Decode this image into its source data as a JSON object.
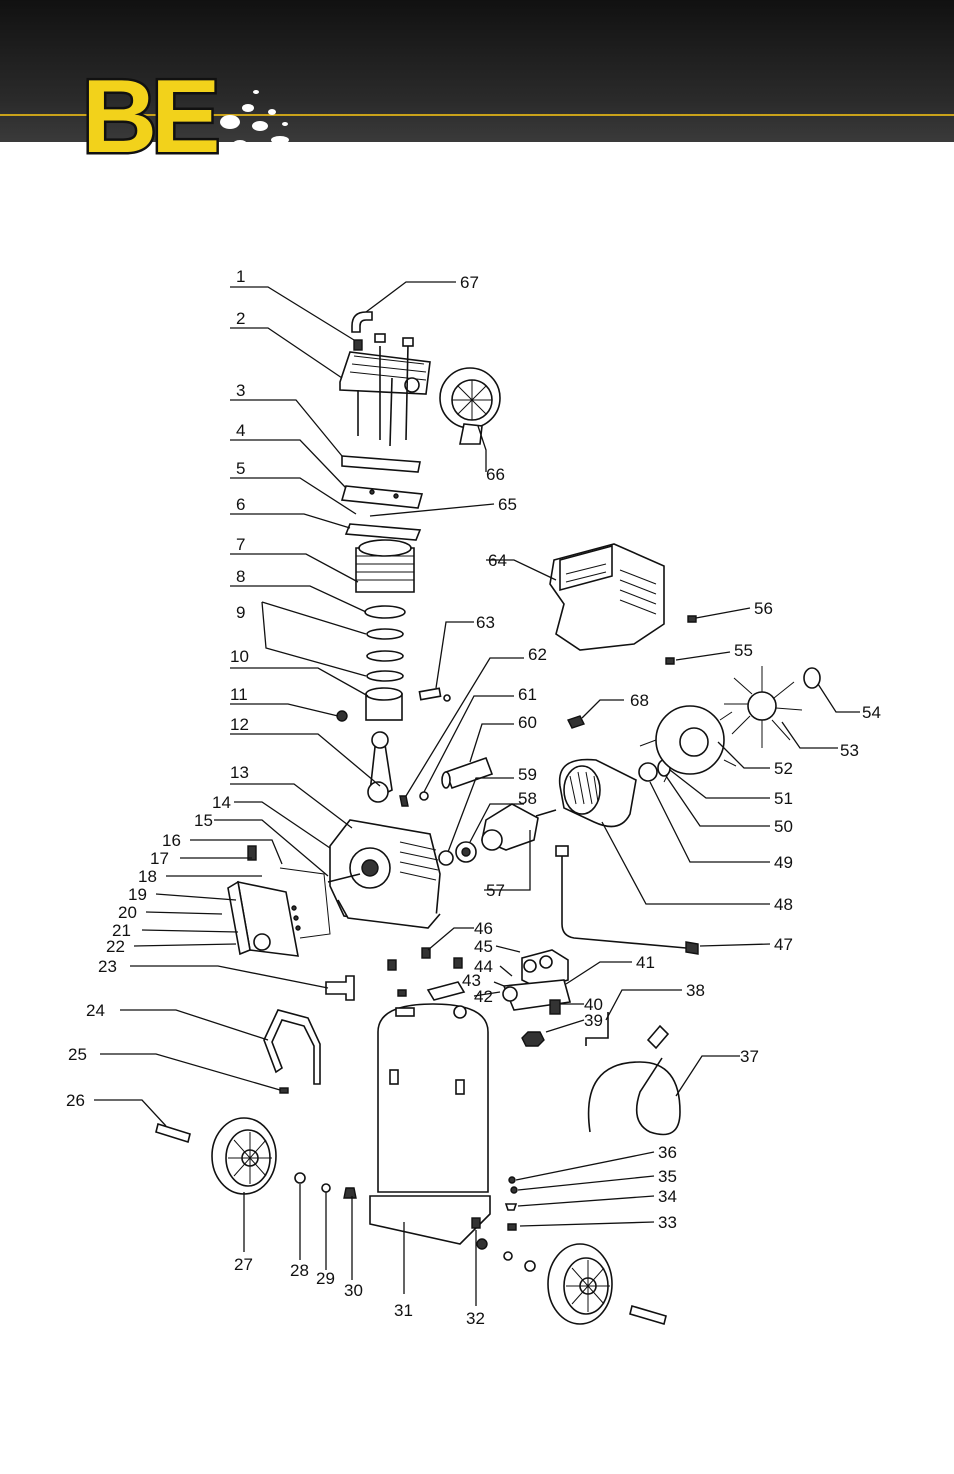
{
  "brand": {
    "logo_text": "BE",
    "accent": "#f2d21b",
    "header_line": "#c9a21a"
  },
  "parts": [
    {
      "no": "1"
    },
    {
      "no": "2"
    },
    {
      "no": "3"
    },
    {
      "no": "4"
    },
    {
      "no": "5"
    },
    {
      "no": "6"
    },
    {
      "no": "7"
    },
    {
      "no": "8"
    },
    {
      "no": "9"
    },
    {
      "no": "10"
    },
    {
      "no": "11"
    },
    {
      "no": "12"
    },
    {
      "no": "13"
    },
    {
      "no": "14"
    },
    {
      "no": "15"
    },
    {
      "no": "16"
    },
    {
      "no": "17"
    },
    {
      "no": "18"
    },
    {
      "no": "19"
    },
    {
      "no": "20"
    },
    {
      "no": "21"
    },
    {
      "no": "22"
    },
    {
      "no": "23"
    },
    {
      "no": "24"
    },
    {
      "no": "25"
    },
    {
      "no": "26"
    },
    {
      "no": "27"
    },
    {
      "no": "28"
    },
    {
      "no": "29"
    },
    {
      "no": "30"
    },
    {
      "no": "31"
    },
    {
      "no": "32"
    },
    {
      "no": "33"
    },
    {
      "no": "34"
    },
    {
      "no": "35"
    },
    {
      "no": "36"
    },
    {
      "no": "37"
    },
    {
      "no": "38"
    },
    {
      "no": "39"
    },
    {
      "no": "40"
    },
    {
      "no": "41"
    },
    {
      "no": "42"
    },
    {
      "no": "43"
    },
    {
      "no": "44"
    },
    {
      "no": "45"
    },
    {
      "no": "46"
    },
    {
      "no": "47"
    },
    {
      "no": "48"
    },
    {
      "no": "49"
    },
    {
      "no": "50"
    },
    {
      "no": "51"
    },
    {
      "no": "52"
    },
    {
      "no": "53"
    },
    {
      "no": "54"
    },
    {
      "no": "55"
    },
    {
      "no": "56"
    },
    {
      "no": "57"
    },
    {
      "no": "58"
    },
    {
      "no": "59"
    },
    {
      "no": "60"
    },
    {
      "no": "61"
    },
    {
      "no": "62"
    },
    {
      "no": "63"
    },
    {
      "no": "64"
    },
    {
      "no": "65"
    },
    {
      "no": "66"
    },
    {
      "no": "67"
    },
    {
      "no": "68"
    }
  ]
}
